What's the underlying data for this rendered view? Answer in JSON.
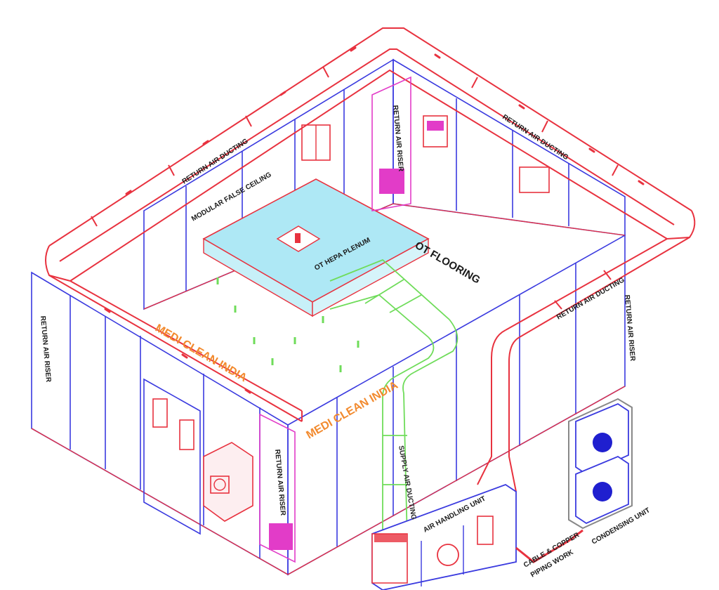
{
  "colors": {
    "duct_red": "#e8323f",
    "wall_blue": "#3a3adf",
    "supply_green": "#6fdc5a",
    "filter_cyan": "#aee8f5",
    "riser_magenta": "#e23cc8",
    "brand_orange": "#f28a2e",
    "pipe_red": "#e8323f"
  },
  "labels": {
    "return_duct_back_left": "RETURN AIR DUCTING",
    "return_duct_back_right": "RETURN AIR DUCTING",
    "return_duct_right": "RETURN AIR DUCTING",
    "laminar_plenum": "OT HEPA PLENUM",
    "ot_flooring": "OT FLOORING",
    "laminar_ceiling": "MODULAR FALSE CEILING",
    "brand_top": "MEDI CLEAN INDIA",
    "brand_wall": "MEDI CLEAN INDIA",
    "supply_duct": "SUPPLY AIR DUCTING",
    "ahu": "AIR HANDLING UNIT",
    "condensing_unit": "CONDENSING UNIT",
    "pipe_label_1": "CABLE & COPPER",
    "pipe_label_2": "PIPING WORK",
    "return_riser_left": "RETURN AIR RISER",
    "return_riser_front": "RETURN AIR RISER",
    "return_riser_back": "RETURN AIR RISER",
    "return_riser_right": "RETURN AIR RISER"
  }
}
